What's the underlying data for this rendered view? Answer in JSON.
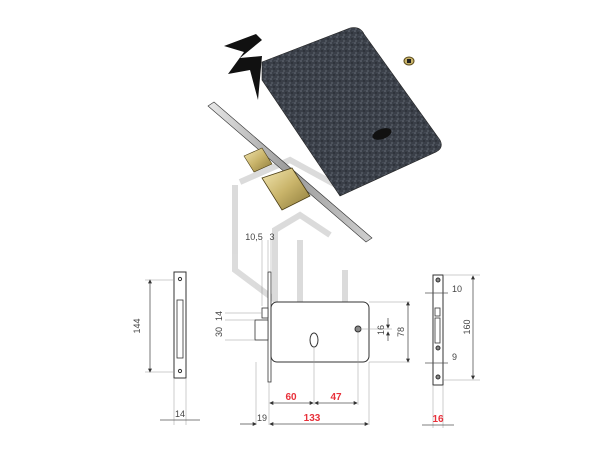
{
  "title": "Mortise lock technical drawing",
  "photo": {
    "label": "Mortise lock product photo",
    "body_color": "#3a3f48",
    "brass_color": "#c9b46a",
    "faceplate_color": "#b8b8b8"
  },
  "watermark": {
    "color": "#d8d8d8"
  },
  "lightning_icon": {
    "color": "#111111"
  },
  "colors": {
    "dimension_red": "#e8303a",
    "dimension_gray": "#444444"
  },
  "front_view": {
    "height_label": "144",
    "width_label": "14"
  },
  "side_view": {
    "top_labels": [
      "10,5",
      "3"
    ],
    "latch_labels": [
      "14",
      "30"
    ],
    "bottom_left_label": "19",
    "backset_label": "60",
    "center_label": "47",
    "total_label": "133",
    "spindle_label": "16",
    "body_height_label": "78"
  },
  "strike_view": {
    "top_label": "10",
    "bottom_label": "9",
    "height_label": "160",
    "width_label": "16"
  }
}
